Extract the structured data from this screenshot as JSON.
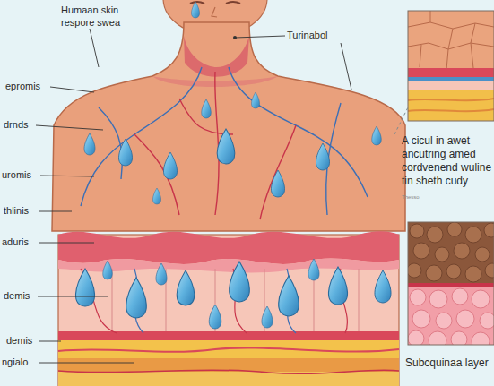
{
  "diagram": {
    "labels": [
      "Humaan skin respore swea",
      "Turinabol",
      "epromis",
      "drnds",
      "uromis",
      "thlinis",
      "aduris",
      "demis",
      "demis",
      "ngialo",
      "A cicul in awet ancutring amed cordvenend wuline tin sheth cudy",
      "Thesso",
      "Subcquinaa layer"
    ]
  }
}
